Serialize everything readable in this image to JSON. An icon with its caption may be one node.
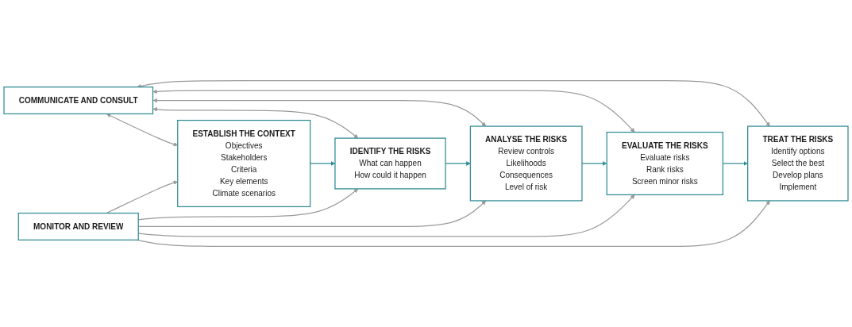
{
  "diagram": {
    "nodes": [
      {
        "text": [
          "COMMUNICATE AND CONSULT"
        ]
      },
      {
        "text": [
          "ESTABLISH THE CONTEXT",
          "Objectives",
          "Stakeholders",
          "Criteria",
          "Key elements",
          "Climate scenarios"
        ]
      },
      {
        "text": [
          "IDENTIFY THE RISKS",
          "What can happen",
          "How could it happen"
        ]
      },
      {
        "text": [
          "ANALYSE THE RISKS",
          "Review controls",
          "Likelihoods",
          "Consequences",
          "Level of risk"
        ]
      },
      {
        "text": [
          "EVALUATE THE RISKS",
          "Evaluate risks",
          "Rank risks",
          "Screen minor risks"
        ]
      },
      {
        "text": [
          "TREAT THE RISKS",
          "Identify options",
          "Select the best",
          "Develop plans",
          "Implement"
        ]
      },
      {
        "text": [
          "MONITOR AND REVIEW"
        ]
      }
    ],
    "edges": [
      {
        "from": 0,
        "to": 1,
        "arrow": "both"
      },
      {
        "from": 0,
        "to": 2,
        "arrow": "both"
      },
      {
        "from": 0,
        "to": 3,
        "arrow": "both"
      },
      {
        "from": 0,
        "to": 4,
        "arrow": "both"
      },
      {
        "from": 0,
        "to": 5,
        "arrow": "both"
      },
      {
        "from": 1,
        "to": 2,
        "arrow": "to",
        "color": "#2f8c94"
      },
      {
        "from": 2,
        "to": 3,
        "arrow": "to",
        "color": "#2f8c94"
      },
      {
        "from": 3,
        "to": 4,
        "arrow": "to",
        "color": "#2f8c94"
      },
      {
        "from": 4,
        "to": 5,
        "arrow": "to",
        "color": "#2f8c94"
      },
      {
        "from": 6,
        "to": 1,
        "arrow": "to"
      },
      {
        "from": 6,
        "to": 2,
        "arrow": "to"
      },
      {
        "from": 6,
        "to": 3,
        "arrow": "to"
      },
      {
        "from": 6,
        "to": 4,
        "arrow": "to"
      },
      {
        "from": 6,
        "to": 5,
        "arrow": "to"
      }
    ]
  }
}
